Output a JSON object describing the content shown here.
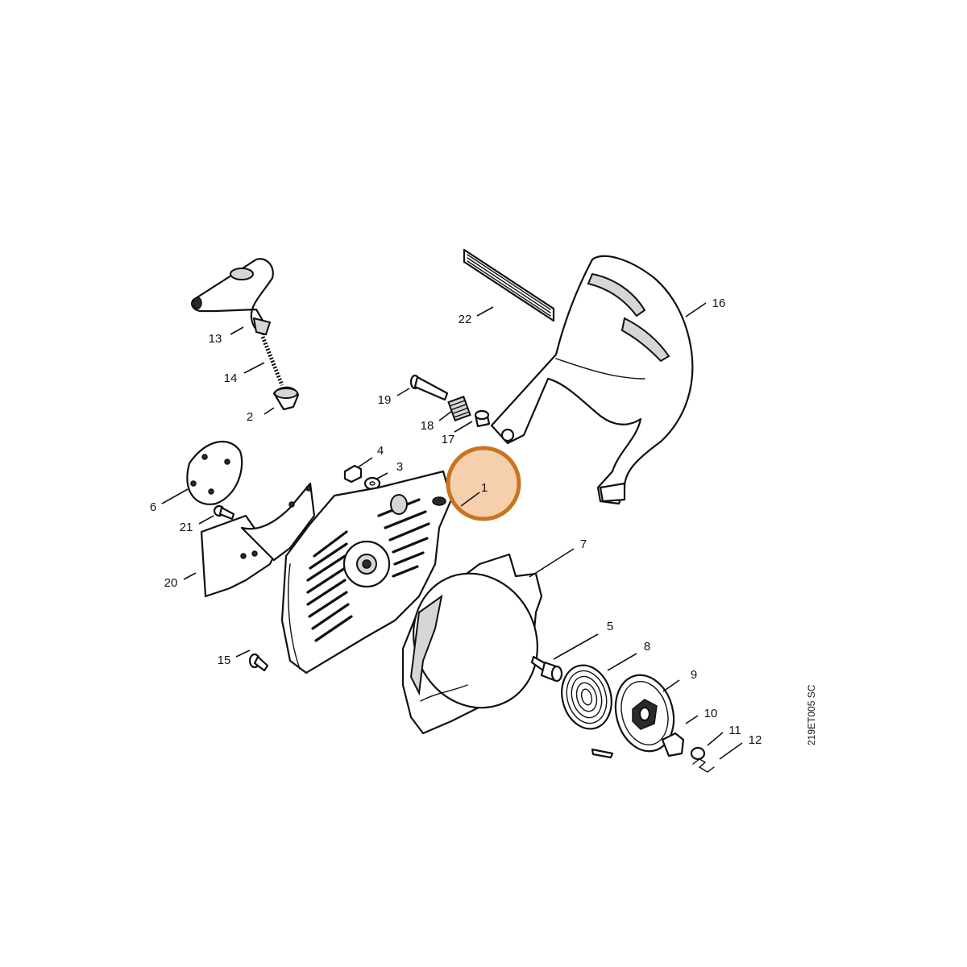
{
  "diagram_code": "219ET005 SC",
  "highlight": {
    "part": "1",
    "color": "#c8741f",
    "fill": "#f4c79e"
  },
  "callouts": {
    "p1": "1",
    "p2": "2",
    "p3": "3",
    "p4": "4",
    "p5": "5",
    "p6": "6",
    "p7": "7",
    "p8": "8",
    "p9": "9",
    "p10": "10",
    "p11": "11",
    "p12": "12",
    "p13": "13",
    "p14": "14",
    "p15": "15",
    "p16": "16",
    "p17": "17",
    "p18": "18",
    "p19": "19",
    "p20": "20",
    "p21": "21",
    "p22": "22"
  }
}
